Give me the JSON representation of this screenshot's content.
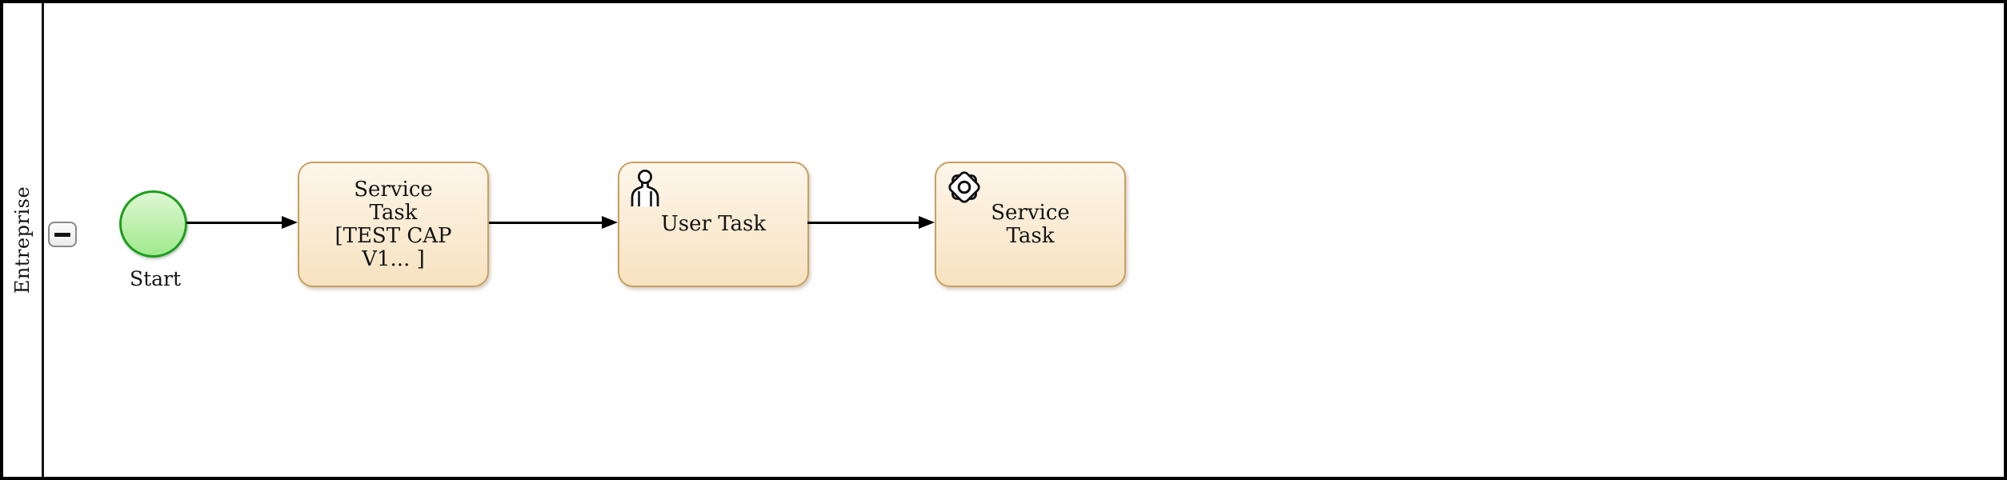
{
  "pool": {
    "lane": {
      "label": "Entreprise",
      "collapse_button_icon": "minus-icon"
    }
  },
  "nodes": {
    "start": {
      "type": "start-event",
      "label": "Start"
    },
    "service_task_1": {
      "type": "service-task",
      "lines": [
        "Service",
        "Task",
        "[TEST CAP",
        "V1... ]"
      ]
    },
    "user_task": {
      "type": "user-task",
      "icon": "user-icon",
      "label": "User Task"
    },
    "service_task_2": {
      "type": "service-task",
      "icon": "gear-icon",
      "lines": [
        "Service",
        "Task"
      ]
    }
  },
  "connectors": [
    {
      "from": "start",
      "to": "service_task_1"
    },
    {
      "from": "service_task_1",
      "to": "user_task"
    },
    {
      "from": "user_task",
      "to": "service_task_2"
    }
  ],
  "colors": {
    "task_border": "#c99f62",
    "task_fill_top": "#fdf6ea",
    "task_fill_bottom": "#f7e2c0",
    "start_border": "#1d9e1d",
    "start_fill_top": "#def7d2",
    "start_fill_bottom": "#9fe98c",
    "connector": "#000000",
    "pool_border": "#000000"
  }
}
